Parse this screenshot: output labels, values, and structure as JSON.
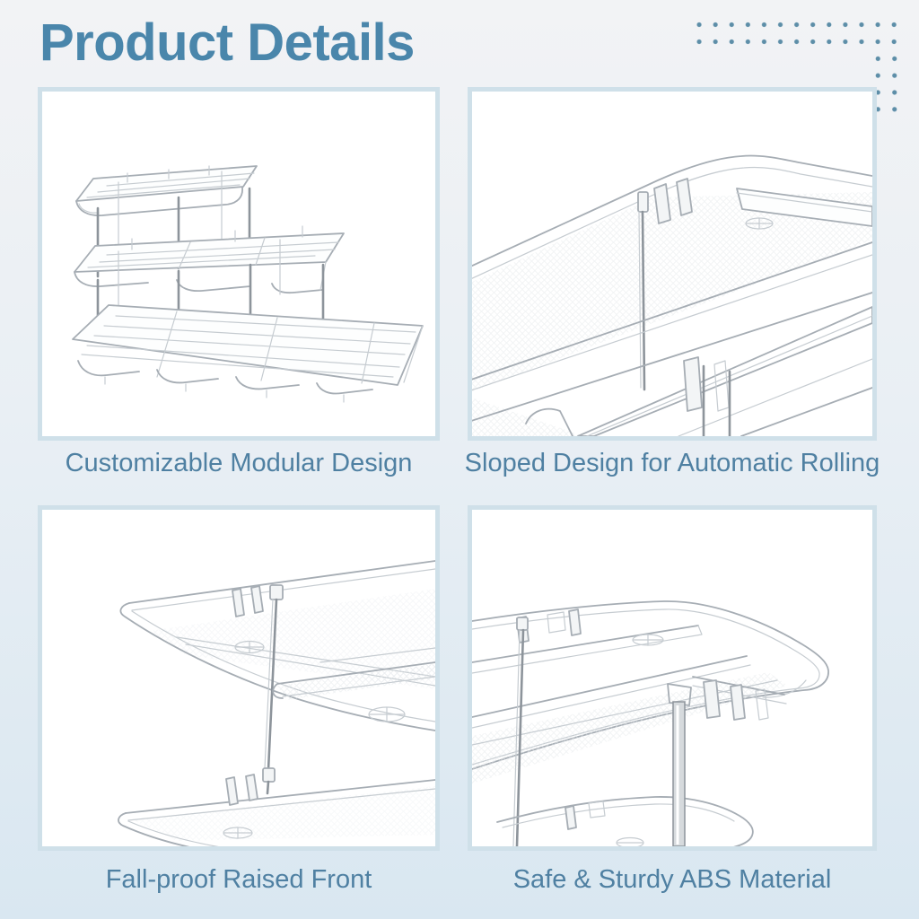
{
  "page_title": "Product Details",
  "theme": {
    "title_color": "#4a86ab",
    "caption_color": "#4f80a2",
    "panel_border_color": "#cfe0e9",
    "panel_background": "#ffffff",
    "dots_color": "#5d8ea8",
    "background_top": "#f2f3f5",
    "background_middle": "#e9eff4",
    "background_bottom": "#d9e7f1"
  },
  "decoration": {
    "dots_pattern": "dot-grid-top-right"
  },
  "panels": [
    {
      "caption": "Customizable Modular Design",
      "photo": "three-tier-clear-organizer-rack"
    },
    {
      "caption": "Sloped Design for Automatic Rolling",
      "photo": "sloped-tray-surface-closeup"
    },
    {
      "caption": "Fall-proof Raised Front",
      "photo": "raised-front-edge-closeup"
    },
    {
      "caption": "Safe & Sturdy ABS Material",
      "photo": "tray-and-support-pole-closeup"
    }
  ]
}
